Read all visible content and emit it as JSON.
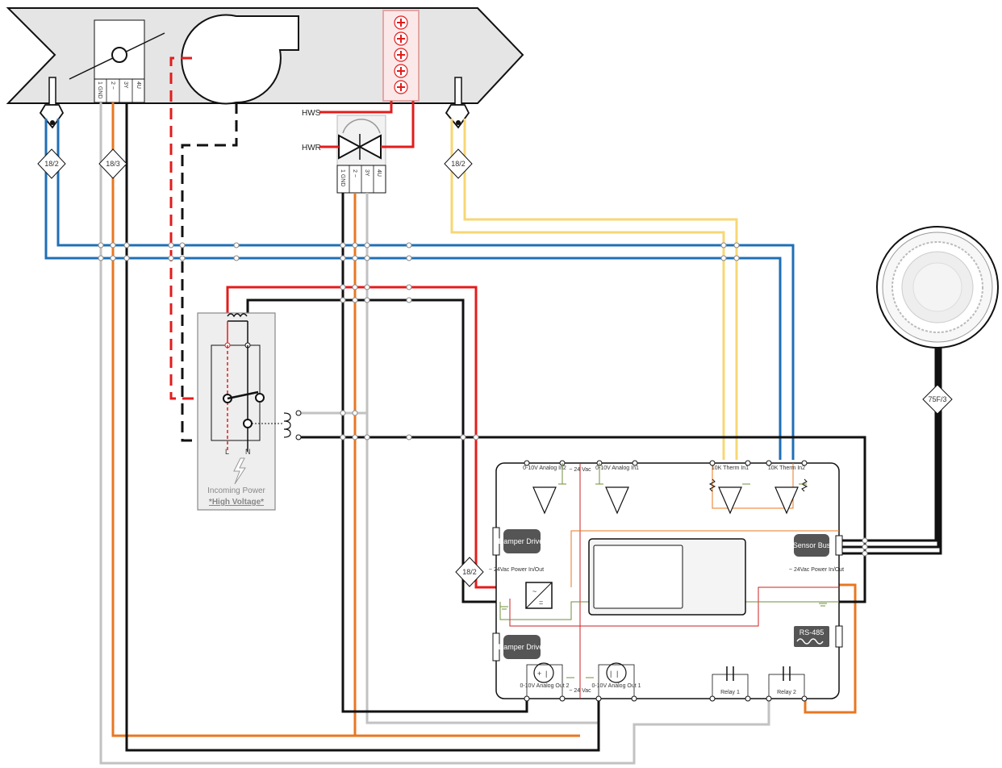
{
  "duct": {
    "hws_label": "HWS",
    "hwr_label": "HWR"
  },
  "actuators": {
    "damper_terminals": [
      "1 GND",
      "2 ~",
      "3Y",
      "4U"
    ],
    "valve_terminals": [
      "1 GND",
      "2 ~",
      "3Y",
      "4U"
    ]
  },
  "cables": {
    "left_sensor": "18/2",
    "damper_actuator": "18/3",
    "right_sensor": "18/2",
    "power": "18/2",
    "room_sensor": "75F/3"
  },
  "power": {
    "terminal_l": "L",
    "terminal_n": "N",
    "incoming_label": "Incoming Power",
    "warning_label": "*High Voltage*"
  },
  "controller": {
    "analog_in2": "0-10V Analog In2",
    "analog_in1": "0-10V Analog In1",
    "thermistor_in1": "10K Therm In1",
    "thermistor_in2": "10K Therm In2",
    "vac_top": "~ 24 Vac",
    "vac_bottom": "~ 24 Vac",
    "damper_driver_1": "Damper Driver",
    "damper_driver_2": "Damper Driver",
    "sensor_bus": "Sensor Bus",
    "power_left": "~ 24Vac Power In/Out",
    "power_right": "~ 24Vac Power In/Out",
    "rs485": "RS-485",
    "analog_out2": "0-10V Analog Out 2",
    "analog_out1": "0-10V Analog Out 1",
    "relay1": "Relay 1",
    "relay2": "Relay 2"
  },
  "colors": {
    "blue": "#1f6fb5",
    "yellow": "#f7d774",
    "orange": "#e87722",
    "red": "#e31c1c",
    "black": "#111111",
    "gray": "#c2c2c2",
    "green": "#6f8f3a"
  }
}
